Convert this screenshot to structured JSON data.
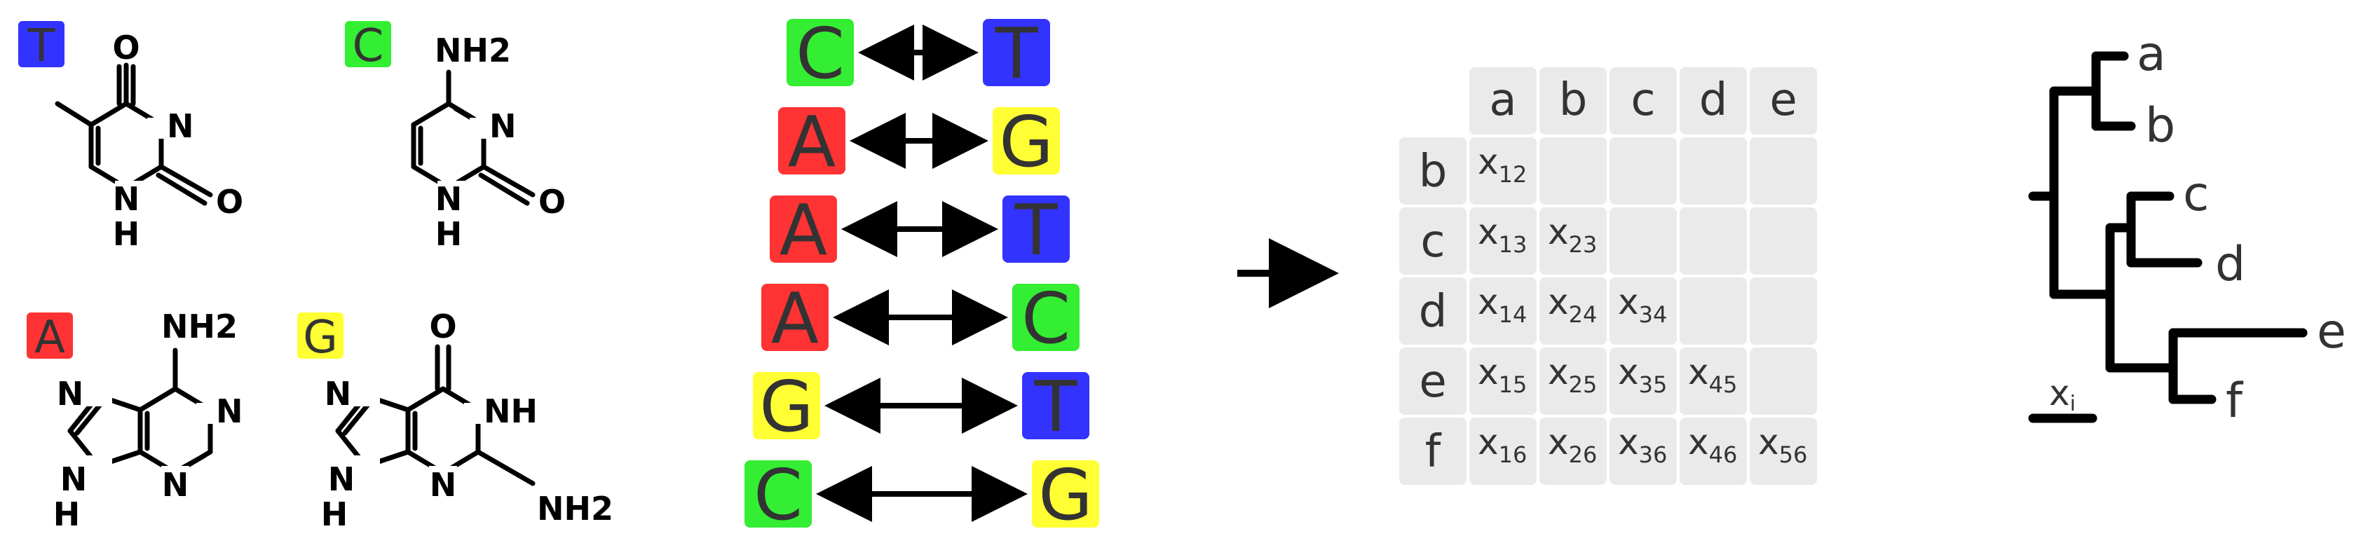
{
  "colors": {
    "T": "#3333ff",
    "C": "#33ee33",
    "A": "#ff3333",
    "G": "#ffff33",
    "cell": "#eaeaea",
    "ink": "#000000",
    "text": "#333333"
  },
  "bases": [
    {
      "id": "T",
      "letter": "T",
      "labels": {
        "top": "O",
        "n3": "N",
        "bottom": "O",
        "n1": "H"
      }
    },
    {
      "id": "C",
      "letter": "C",
      "labels": {
        "amine": "NH2",
        "n3": "N",
        "bottom": "O",
        "n1": "N",
        "h": "H"
      }
    },
    {
      "id": "A",
      "letter": "A",
      "labels": {
        "amine": "NH2",
        "n7": "N",
        "n1": "N",
        "n3": "N",
        "n9": "N",
        "h": "H"
      }
    },
    {
      "id": "G",
      "letter": "G",
      "labels": {
        "top": "O",
        "n7": "N",
        "n1": "NH",
        "n3": "N",
        "n9": "N",
        "h": "H",
        "amine": "NH2"
      }
    }
  ],
  "nh_in_thymine": "N",
  "pairs": [
    {
      "left": "C",
      "right": "T"
    },
    {
      "left": "A",
      "right": "G"
    },
    {
      "left": "A",
      "right": "T"
    },
    {
      "left": "A",
      "right": "C"
    },
    {
      "left": "G",
      "right": "T"
    },
    {
      "left": "C",
      "right": "G"
    }
  ],
  "matrix": {
    "col_headers": [
      "a",
      "b",
      "c",
      "d",
      "e"
    ],
    "row_headers": [
      "b",
      "c",
      "d",
      "e",
      "f"
    ],
    "cells": [
      [
        {
          "base": "x",
          "sub": "12"
        }
      ],
      [
        {
          "base": "x",
          "sub": "13"
        },
        {
          "base": "x",
          "sub": "23"
        }
      ],
      [
        {
          "base": "x",
          "sub": "14"
        },
        {
          "base": "x",
          "sub": "24"
        },
        {
          "base": "x",
          "sub": "34"
        }
      ],
      [
        {
          "base": "x",
          "sub": "15"
        },
        {
          "base": "x",
          "sub": "25"
        },
        {
          "base": "x",
          "sub": "35"
        },
        {
          "base": "x",
          "sub": "45"
        }
      ],
      [
        {
          "base": "x",
          "sub": "16"
        },
        {
          "base": "x",
          "sub": "26"
        },
        {
          "base": "x",
          "sub": "36"
        },
        {
          "base": "x",
          "sub": "46"
        },
        {
          "base": "x",
          "sub": "56"
        }
      ]
    ]
  },
  "tree": {
    "leaves": [
      "a",
      "b",
      "c",
      "d",
      "e",
      "f"
    ],
    "scale_label": {
      "base": "x",
      "sub": "i"
    }
  }
}
